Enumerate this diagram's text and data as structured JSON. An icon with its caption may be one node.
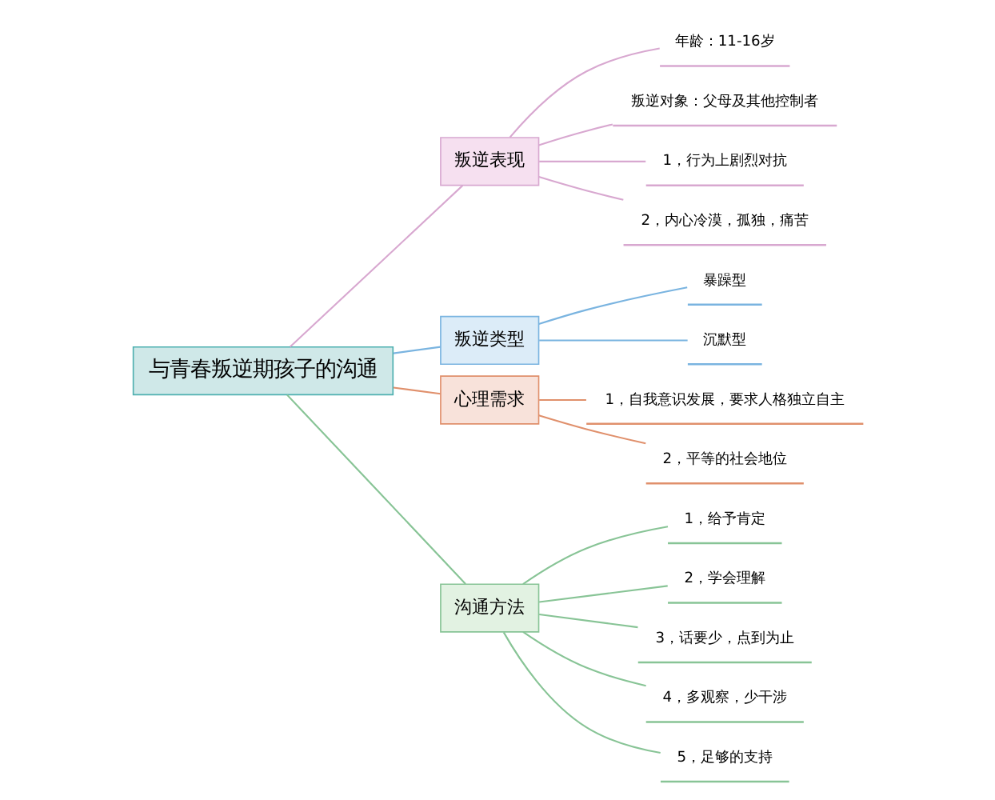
{
  "diagram": {
    "nodes": [
      {
        "text": [
          "与青春叛逆期孩子的沟通"
        ]
      },
      {
        "text": [
          "叛逆表现"
        ]
      },
      {
        "text": [
          "年龄：11-16岁"
        ]
      },
      {
        "text": [
          "叛逆对象：父母及其他控制者"
        ]
      },
      {
        "text": [
          "1，行为上剧烈对抗"
        ]
      },
      {
        "text": [
          "2，内心冷漠，孤独，痛苦"
        ]
      },
      {
        "text": [
          "叛逆类型"
        ]
      },
      {
        "text": [
          "暴躁型"
        ]
      },
      {
        "text": [
          "沉默型"
        ]
      },
      {
        "text": [
          "心理需求"
        ]
      },
      {
        "text": [
          "1，自我意识发展，要求人格独立自主"
        ]
      },
      {
        "text": [
          "2，平等的社会地位"
        ]
      },
      {
        "text": [
          "沟通方法"
        ]
      },
      {
        "text": [
          "1，给予肯定"
        ]
      },
      {
        "text": [
          "2，学会理解"
        ]
      },
      {
        "text": [
          "3，话要少，点到为止"
        ]
      },
      {
        "text": [
          "4，多观察，少干涉"
        ]
      },
      {
        "text": [
          "5，足够的支持"
        ]
      }
    ],
    "edges": [
      {
        "from": 0,
        "to": 1,
        "arrow": "none",
        "color": "#d8a8d0"
      },
      {
        "from": 1,
        "to": 2,
        "arrow": "none",
        "color": "#d8a8d0"
      },
      {
        "from": 1,
        "to": 3,
        "arrow": "none",
        "color": "#d8a8d0"
      },
      {
        "from": 1,
        "to": 4,
        "arrow": "none",
        "color": "#d8a8d0"
      },
      {
        "from": 1,
        "to": 5,
        "arrow": "none",
        "color": "#d8a8d0"
      },
      {
        "from": 0,
        "to": 6,
        "arrow": "none",
        "color": "#7ab4e0"
      },
      {
        "from": 6,
        "to": 7,
        "arrow": "none",
        "color": "#7ab4e0"
      },
      {
        "from": 6,
        "to": 8,
        "arrow": "none",
        "color": "#7ab4e0"
      },
      {
        "from": 0,
        "to": 9,
        "arrow": "none",
        "color": "#e0906c"
      },
      {
        "from": 9,
        "to": 10,
        "arrow": "none",
        "color": "#e0906c"
      },
      {
        "from": 9,
        "to": 11,
        "arrow": "none",
        "color": "#e0906c"
      },
      {
        "from": 0,
        "to": 12,
        "arrow": "none"
      },
      {
        "from": 12,
        "to": 13,
        "arrow": "none"
      },
      {
        "from": 12,
        "to": 14,
        "arrow": "none"
      },
      {
        "from": 12,
        "to": 15,
        "arrow": "none"
      },
      {
        "from": 12,
        "to": 16,
        "arrow": "none"
      },
      {
        "from": 12,
        "to": 17,
        "arrow": "none"
      }
    ]
  }
}
